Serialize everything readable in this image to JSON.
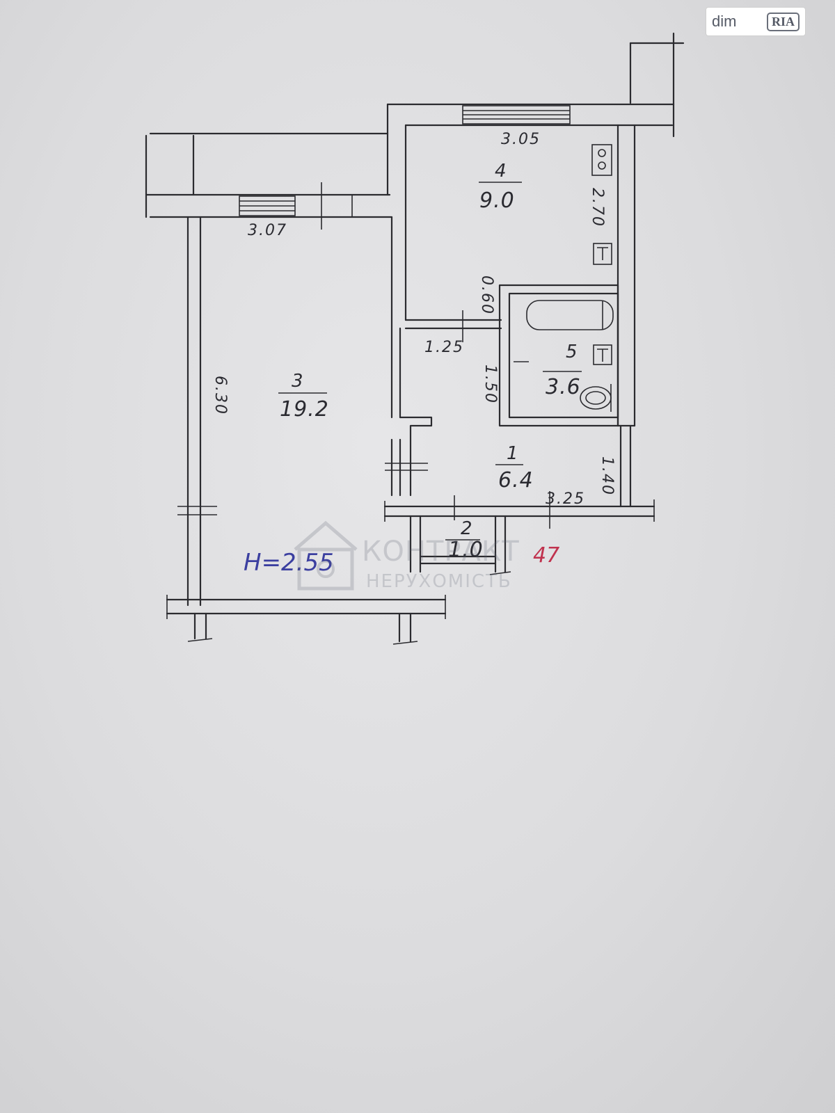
{
  "badge": {
    "dim": "dim",
    "ria": "RIA"
  },
  "rooms": [
    {
      "number": "3",
      "area": "19.2"
    },
    {
      "number": "4",
      "area": "9.0"
    },
    {
      "number": "5",
      "area": "3.6"
    },
    {
      "number": "1",
      "area": "6.4"
    },
    {
      "number": "2",
      "area": "1.0"
    }
  ],
  "dimensions": {
    "living_width": "3.07",
    "living_length": "6.30",
    "kitchen_width": "3.05",
    "kitchen_length": "2.70",
    "d_060": "0.60",
    "d_125": "1.25",
    "d_150": "1.50",
    "d_140": "1.40",
    "d_325": "3.25"
  },
  "ceiling_height": "H=2.55",
  "total_marker": "47",
  "watermark": {
    "line1": "КОНТРАКТ",
    "line2": "НЕРУХОМІСТЬ"
  },
  "colors": {
    "ink": "#2b2b2f",
    "blue_ink": "#3b3fa0",
    "red_ink": "#c0324e"
  }
}
